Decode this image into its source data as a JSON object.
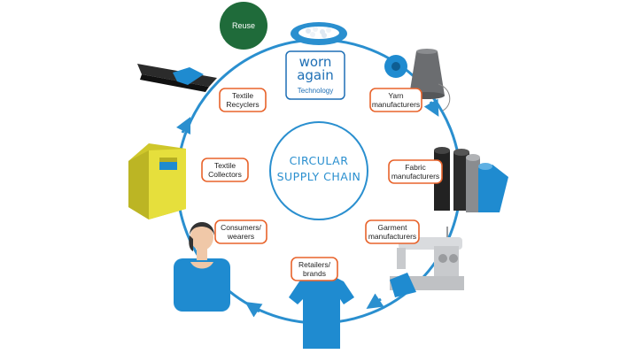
{
  "center": {
    "line1": "CIRCULAR",
    "line2": "SUPPLY CHAIN"
  },
  "logo": {
    "line1": "worn",
    "line2": "again",
    "line3": "Technology"
  },
  "reuse": {
    "label": "Reuse"
  },
  "stages": {
    "yarn": {
      "line1": "Yarn",
      "line2": "manufacturers"
    },
    "fabric": {
      "line1": "Fabric",
      "line2": "manufacturers"
    },
    "garment": {
      "line1": "Garment",
      "line2": "manufacturers"
    },
    "retailers": {
      "line1": "Retailers/",
      "line2": "brands"
    },
    "consumers": {
      "line1": "Consumers/",
      "line2": "wearers"
    },
    "collectors": {
      "line1": "Textile",
      "line2": "Collectors"
    },
    "recyclers": {
      "line1": "Textile",
      "line2": "Recyclers"
    }
  },
  "colors": {
    "ring": "#2a8fcf",
    "label_border": "#e8632b",
    "reuse_fill": "#1f6b3a",
    "product_blue": "#1f8bd0",
    "collector_yellow": "#e6df3c",
    "recycler_dark": "#2b2b2b"
  },
  "icons": [
    "spool-icon",
    "fabric-rolls-icon",
    "sewing-machine-icon",
    "tshirt-icon",
    "person-icon",
    "collection-bin-icon",
    "conveyor-icon",
    "pellets-icon"
  ]
}
